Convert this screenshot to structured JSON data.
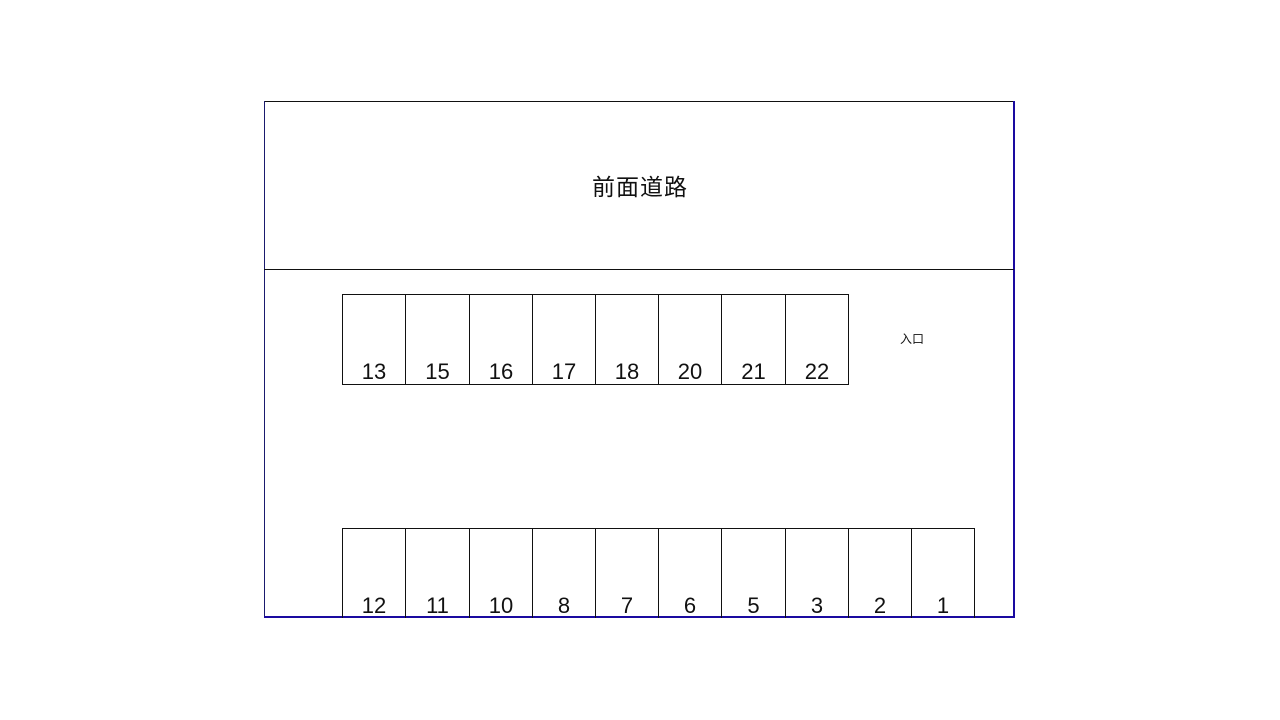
{
  "diagram": {
    "road_label": "前面道路",
    "entrance_label": "入口",
    "colors": {
      "line": "#111111",
      "frame_accent": "#1a0aa0",
      "background": "#ffffff"
    },
    "top_row": [
      {
        "number": "13",
        "width": 63
      },
      {
        "number": "15",
        "width": 64
      },
      {
        "number": "16",
        "width": 63
      },
      {
        "number": "17",
        "width": 63
      },
      {
        "number": "18",
        "width": 63
      },
      {
        "number": "20",
        "width": 63
      },
      {
        "number": "21",
        "width": 64
      },
      {
        "number": "22",
        "width": 63
      }
    ],
    "bottom_row": [
      {
        "number": "12",
        "width": 63
      },
      {
        "number": "11",
        "width": 64
      },
      {
        "number": "10",
        "width": 63
      },
      {
        "number": "8",
        "width": 63
      },
      {
        "number": "7",
        "width": 63
      },
      {
        "number": "6",
        "width": 63
      },
      {
        "number": "5",
        "width": 64
      },
      {
        "number": "3",
        "width": 63
      },
      {
        "number": "2",
        "width": 63
      },
      {
        "number": "1",
        "width": 63
      }
    ]
  }
}
